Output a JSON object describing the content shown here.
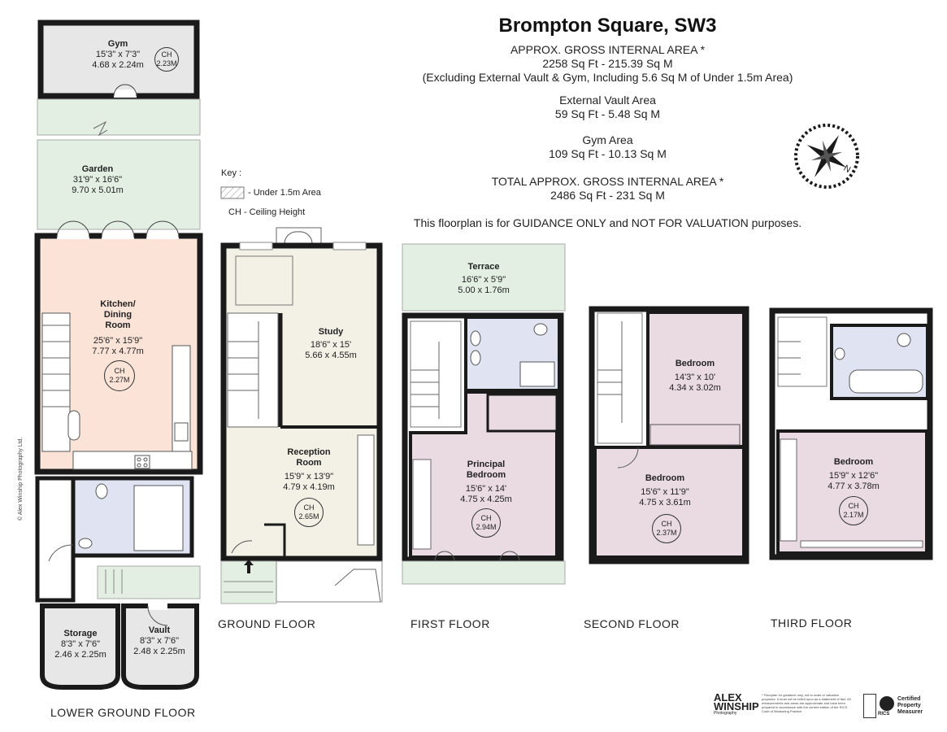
{
  "title": "Brompton Square, SW3",
  "area_lines": [
    "APPROX. GROSS INTERNAL  AREA *",
    "2258 Sq Ft  -  215.39 Sq M",
    "(Excluding External Vault & Gym, Including 5.6 Sq M of Under 1.5m Area)",
    "External Vault Area",
    "59 Sq Ft  - 5.48 Sq M",
    "Gym Area",
    "109 Sq Ft  - 10.13 Sq M",
    "TOTAL  APPROX. GROSS INTERNAL  AREA *",
    "2486 Sq Ft  -  231 Sq M"
  ],
  "disclaimer": "This floorplan is for GUIDANCE ONLY and NOT FOR VALUATION purposes.",
  "key": {
    "heading": "Key :",
    "under_label": "- Under 1.5m Area",
    "ch_label": "CH - Ceiling Height"
  },
  "floors": {
    "lower_ground": "LOWER GROUND FLOOR",
    "ground": "GROUND FLOOR",
    "first": "FIRST FLOOR",
    "second": "SECOND FLOOR",
    "third": "THIRD FLOOR"
  },
  "rooms": {
    "gym": {
      "name": "Gym",
      "imperial": "15'3\" x 7'3\"",
      "metric": "4.68 x 2.24m",
      "ch": "CH",
      "ch_val": "2.23M"
    },
    "garden": {
      "name": "Garden",
      "imperial": "31'9\" x 16'6\"",
      "metric": "9.70 x 5.01m"
    },
    "kitchen": {
      "name1": "Kitchen/",
      "name2": "Dining",
      "name3": "Room",
      "imperial": "25'6\" x 15'9\"",
      "metric": "7.77 x 4.77m",
      "ch": "CH",
      "ch_val": "2.27M"
    },
    "storage": {
      "name": "Storage",
      "imperial": "8'3\" x 7'6\"",
      "metric": "2.46 x 2.25m"
    },
    "vault": {
      "name": "Vault",
      "imperial": "8'3\" x 7'6\"",
      "metric": "2.48 x 2.25m"
    },
    "study": {
      "name": "Study",
      "imperial": "18'6\" x 15'",
      "metric": "5.66 x 4.55m"
    },
    "reception": {
      "name1": "Reception",
      "name2": "Room",
      "imperial": "15'9\" x 13'9\"",
      "metric": "4.79 x 4.19m",
      "ch": "CH",
      "ch_val": "2.65M"
    },
    "terrace": {
      "name": "Terrace",
      "imperial": "16'6\" x 5'9\"",
      "metric": "5.00 x 1.76m"
    },
    "principal": {
      "name1": "Principal",
      "name2": "Bedroom",
      "imperial": "15'6\" x 14'",
      "metric": "4.75 x 4.25m",
      "ch": "CH",
      "ch_val": "2.94M"
    },
    "bed2a": {
      "name": "Bedroom",
      "imperial": "14'3\" x 10'",
      "metric": "4.34 x 3.02m"
    },
    "bed2b": {
      "name": "Bedroom",
      "imperial": "15'6\" x 11'9\"",
      "metric": "4.75 x 3.61m",
      "ch": "CH",
      "ch_val": "2.37M"
    },
    "bed3": {
      "name": "Bedroom",
      "imperial": "15'9\" x 12'6\"",
      "metric": "4.77 x 3.78m",
      "ch": "CH",
      "ch_val": "2.17M"
    }
  },
  "compass_letter": "N",
  "copyright": "© Alex Winship Photography Ltd.",
  "logo": {
    "line1": "ALEX",
    "line2": "WINSHIP",
    "line3": "Photography"
  },
  "fine_print": "* Floorplan for guidance only, not to scale or valuation purposes. It must not be relied upon as a statement of fact. All measurements and areas are approximate and have been prepared in accordance with the current edition of the RICS Code of Measuring Practice.",
  "rics": {
    "mark": "RICS",
    "line1": "Certified",
    "line2": "Property",
    "line3": "Measurer"
  },
  "colors": {
    "wall": "#1a1a1a",
    "kitchen": "#fbe3d7",
    "garden": "#e3efe3",
    "bath": "#dfe3f2",
    "bedroom": "#eadbe3",
    "study": "#f3f1e6",
    "gym": "#e7e7e7"
  }
}
